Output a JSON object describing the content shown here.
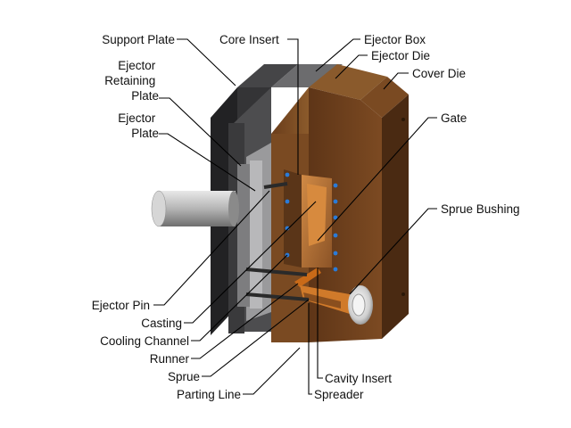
{
  "labels": {
    "support_plate": "Support Plate",
    "core_insert": "Core Insert",
    "ejector_box": "Ejector Box",
    "ejector_retaining_plate": [
      "Ejector",
      "Retaining",
      "Plate"
    ],
    "ejector_die": "Ejector Die",
    "cover_die": "Cover Die",
    "ejector_plate": [
      "Ejector",
      "Plate"
    ],
    "gate": "Gate",
    "sprue_bushing": "Sprue Bushing",
    "ejector_pin": "Ejector Pin",
    "casting": "Casting",
    "cooling_channel": "Cooling Channel",
    "runner": "Runner",
    "sprue": "Sprue",
    "parting_line": "Parting Line",
    "cavity_insert": "Cavity Insert",
    "spreader": "Spreader"
  },
  "colors": {
    "dark_plate": "#2f2f31",
    "gray_plate": "#5a5a5c",
    "cover_die": "#6b3f1d",
    "ejector_die": "#7a4a22",
    "casting": "#d07a2a",
    "cooling_dot": "#2a7bd8",
    "leader": "#000000"
  }
}
